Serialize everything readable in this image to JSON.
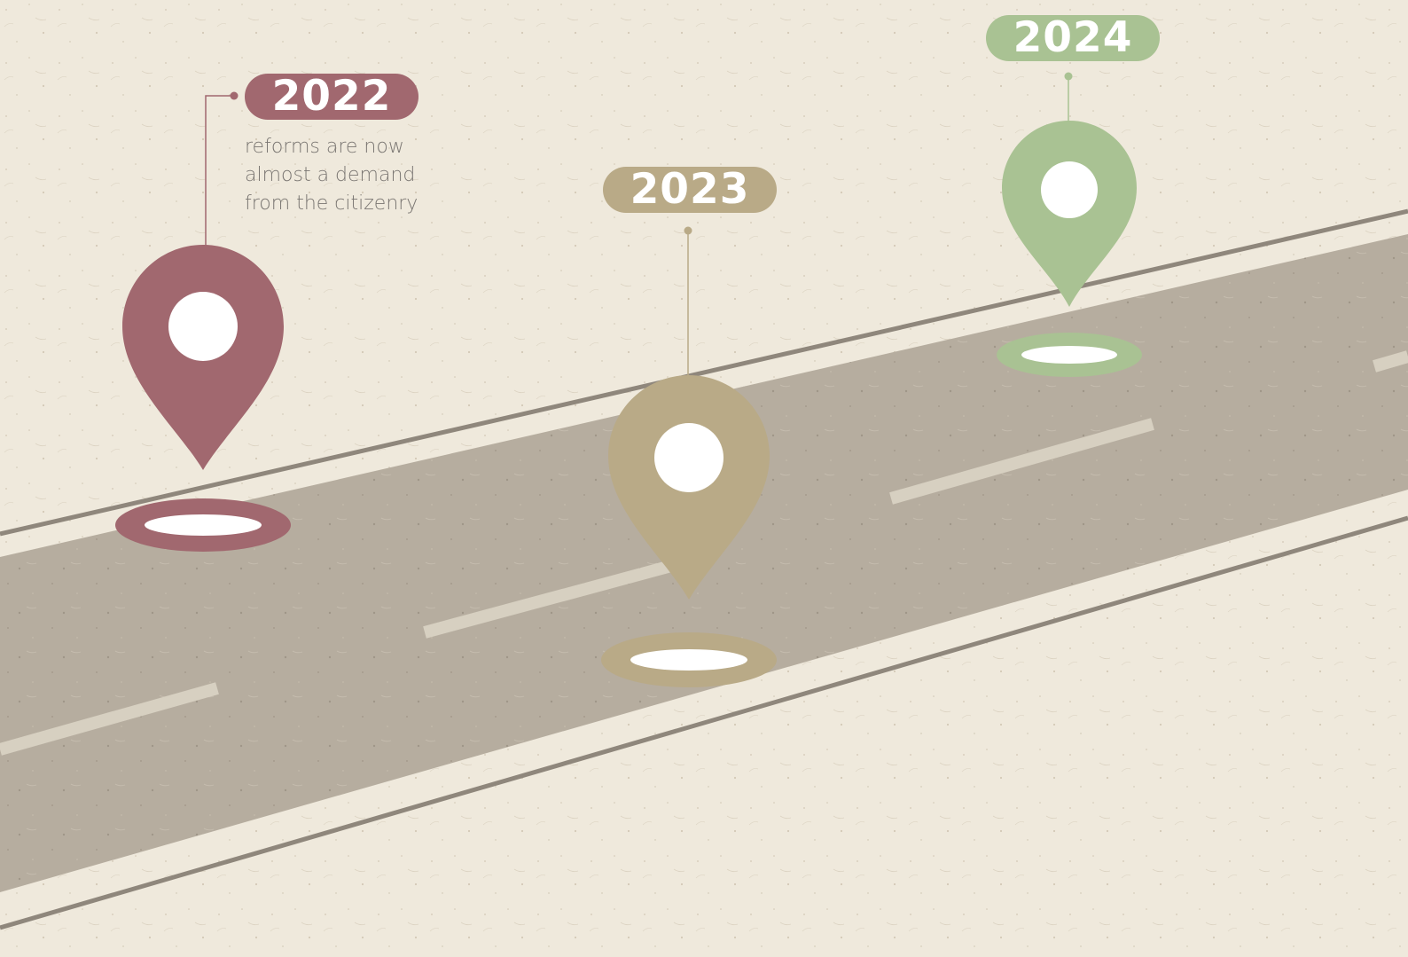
{
  "colors": {
    "background": "#efe9dc",
    "road": "#b6ad9f",
    "road_edge": "#8f877c",
    "lane_marking": "#d7d0c1",
    "milestone_2022": "#a1686f",
    "milestone_2023": "#b9aa87",
    "milestone_2024": "#a9c293",
    "note_text": "#7a7672"
  },
  "milestones": [
    {
      "year": "2022",
      "color": "#a1686f",
      "icon": "map-pin-icon",
      "note_lines": [
        "reforms are now",
        "almost a demand",
        "from the citizenry"
      ]
    },
    {
      "year": "2023",
      "color": "#b9aa87",
      "icon": "map-pin-icon"
    },
    {
      "year": "2024",
      "color": "#a9c293",
      "icon": "map-pin-icon"
    }
  ]
}
